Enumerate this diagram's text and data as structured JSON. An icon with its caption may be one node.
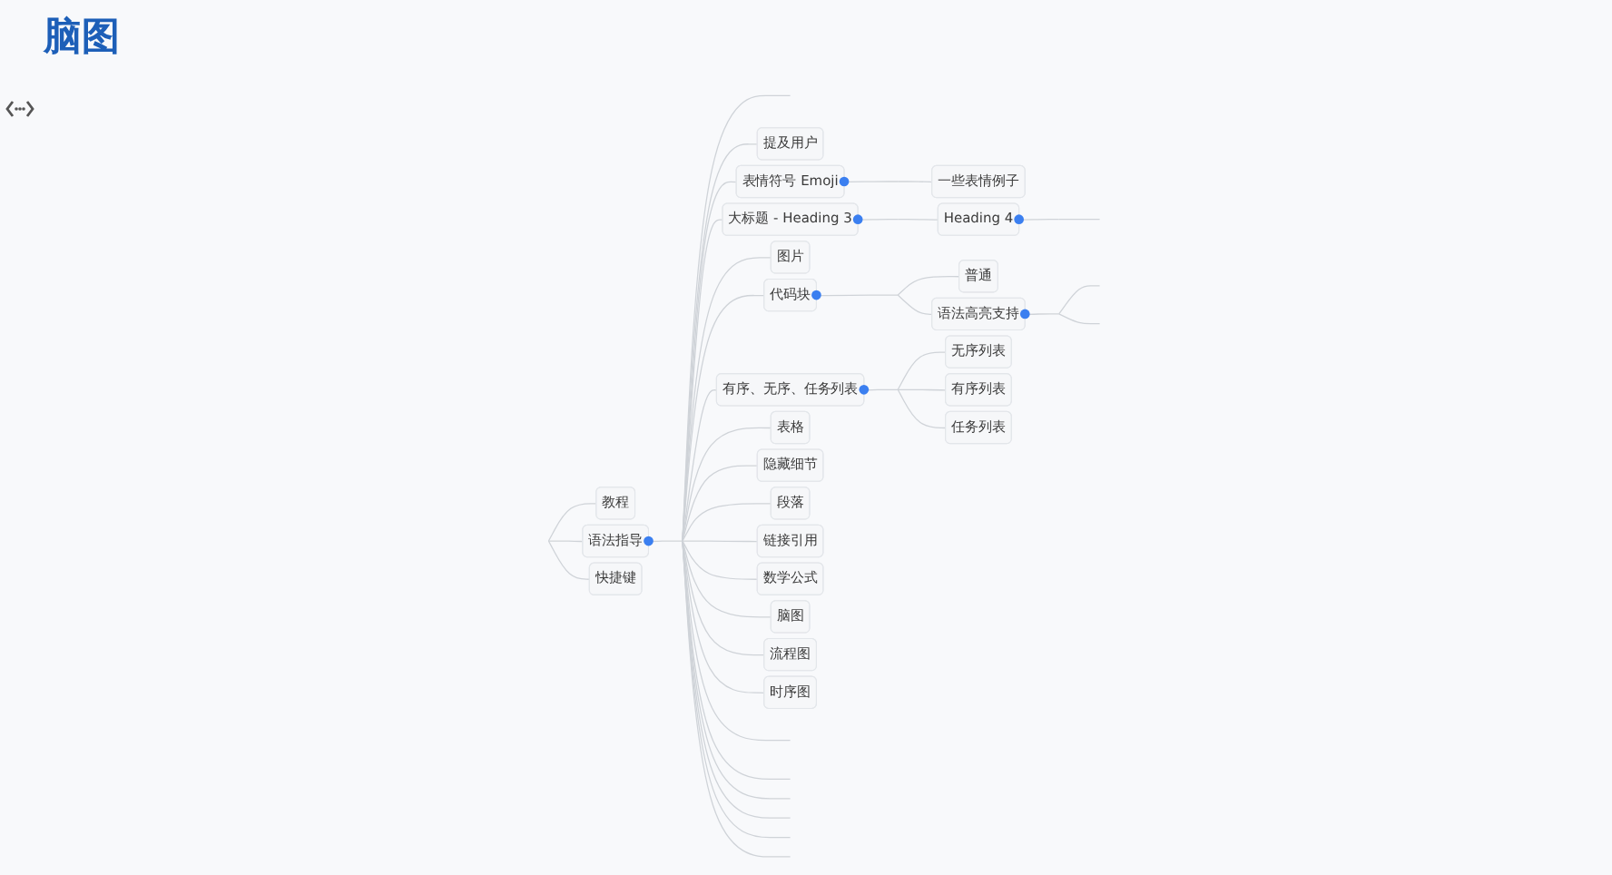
{
  "diagram": {
    "title": "脑图",
    "nodes": [
      {
        "text": [
          "教程"
        ]
      },
      {
        "text": [
          "语法指导"
        ]
      },
      {
        "text": [
          "快捷键"
        ]
      },
      {
        "text": [
          "提及用户"
        ]
      },
      {
        "text": [
          "表情符号 Emoji"
        ]
      },
      {
        "text": [
          "大标题 - Heading 3"
        ]
      },
      {
        "text": [
          "图片"
        ]
      },
      {
        "text": [
          "代码块"
        ]
      },
      {
        "text": [
          "有序、无序、任务列表"
        ]
      },
      {
        "text": [
          "表格"
        ]
      },
      {
        "text": [
          "隐藏细节"
        ]
      },
      {
        "text": [
          "段落"
        ]
      },
      {
        "text": [
          "链接引用"
        ]
      },
      {
        "text": [
          "数学公式"
        ]
      },
      {
        "text": [
          "脑图"
        ]
      },
      {
        "text": [
          "流程图"
        ]
      },
      {
        "text": [
          "时序图"
        ]
      },
      {
        "text": [
          "一些表情例子"
        ]
      },
      {
        "text": [
          "Heading 4"
        ]
      },
      {
        "text": [
          "普通"
        ]
      },
      {
        "text": [
          "语法高亮支持"
        ]
      },
      {
        "text": [
          "无序列表"
        ]
      },
      {
        "text": [
          "有序列表"
        ]
      },
      {
        "text": [
          "任务列表"
        ]
      }
    ],
    "edges": [
      {
        "from": null,
        "to": 0,
        "arrow": "none"
      },
      {
        "from": null,
        "to": 1,
        "arrow": "none"
      },
      {
        "from": null,
        "to": 2,
        "arrow": "none"
      },
      {
        "from": 1,
        "to": null,
        "arrow": "none"
      },
      {
        "from": 1,
        "to": 3,
        "arrow": "none"
      },
      {
        "from": 1,
        "to": 4,
        "arrow": "none"
      },
      {
        "from": 1,
        "to": 5,
        "arrow": "none"
      },
      {
        "from": 1,
        "to": 6,
        "arrow": "none"
      },
      {
        "from": 1,
        "to": 7,
        "arrow": "none"
      },
      {
        "from": 1,
        "to": 8,
        "arrow": "none"
      },
      {
        "from": 1,
        "to": 9,
        "arrow": "none"
      },
      {
        "from": 1,
        "to": 10,
        "arrow": "none"
      },
      {
        "from": 1,
        "to": 11,
        "arrow": "none"
      },
      {
        "from": 1,
        "to": 12,
        "arrow": "none"
      },
      {
        "from": 1,
        "to": 13,
        "arrow": "none"
      },
      {
        "from": 1,
        "to": 14,
        "arrow": "none"
      },
      {
        "from": 1,
        "to": 15,
        "arrow": "none"
      },
      {
        "from": 1,
        "to": 16,
        "arrow": "none"
      },
      {
        "from": 1,
        "to": null,
        "arrow": "none"
      },
      {
        "from": 1,
        "to": null,
        "arrow": "none"
      },
      {
        "from": 1,
        "to": null,
        "arrow": "none"
      },
      {
        "from": 1,
        "to": null,
        "arrow": "none"
      },
      {
        "from": 1,
        "to": null,
        "arrow": "none"
      },
      {
        "from": 1,
        "to": null,
        "arrow": "none"
      },
      {
        "from": 4,
        "to": 17,
        "arrow": "none"
      },
      {
        "from": 5,
        "to": 18,
        "arrow": "none"
      },
      {
        "from": 18,
        "to": null,
        "arrow": "none"
      },
      {
        "from": 7,
        "to": 19,
        "arrow": "none"
      },
      {
        "from": 7,
        "to": 20,
        "arrow": "none"
      },
      {
        "from": 20,
        "to": null,
        "arrow": "none"
      },
      {
        "from": 20,
        "to": null,
        "arrow": "none"
      },
      {
        "from": 8,
        "to": 21,
        "arrow": "none"
      },
      {
        "from": 8,
        "to": 22,
        "arrow": "none"
      },
      {
        "from": 8,
        "to": 23,
        "arrow": "none"
      }
    ]
  }
}
